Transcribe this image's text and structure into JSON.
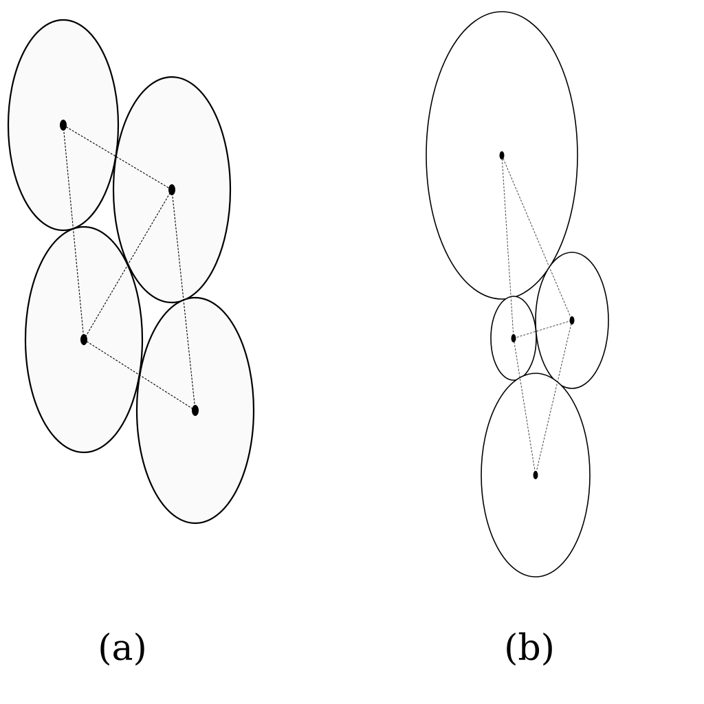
{
  "panels": [
    {
      "id": "a",
      "caption": "(a)",
      "circles": [
        {
          "name": "top-left"
        },
        {
          "name": "top-right"
        },
        {
          "name": "bottom-left"
        },
        {
          "name": "bottom-right"
        }
      ],
      "edges": [
        [
          "top-left",
          "top-right"
        ],
        [
          "top-left",
          "bottom-left"
        ],
        [
          "top-right",
          "bottom-left"
        ],
        [
          "top-right",
          "bottom-right"
        ],
        [
          "bottom-left",
          "bottom-right"
        ]
      ]
    },
    {
      "id": "b",
      "caption": "(b)",
      "circles": [
        {
          "name": "large-top"
        },
        {
          "name": "small-left"
        },
        {
          "name": "medium-right"
        },
        {
          "name": "bottom"
        }
      ],
      "edges": [
        [
          "large-top",
          "small-left"
        ],
        [
          "large-top",
          "medium-right"
        ],
        [
          "small-left",
          "medium-right"
        ],
        [
          "small-left",
          "bottom"
        ],
        [
          "medium-right",
          "bottom"
        ]
      ]
    }
  ]
}
